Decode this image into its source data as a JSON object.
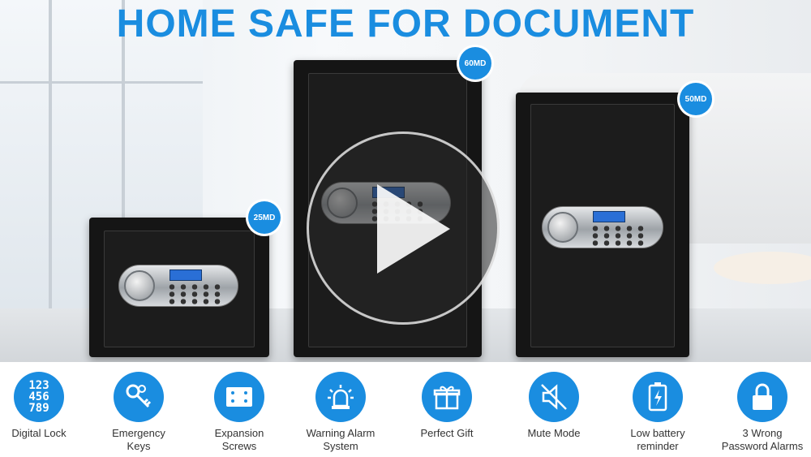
{
  "headline": "HOME SAFE FOR DOCUMENT",
  "colors": {
    "accent": "#1a8de0",
    "safe_body": "#151515",
    "lcd": "#2a6fd6"
  },
  "safes": [
    {
      "badge": "25MD"
    },
    {
      "badge": "60MD"
    },
    {
      "badge": "50MD"
    }
  ],
  "video": {
    "icon": "play-icon"
  },
  "features": [
    {
      "icon": "keypad-digits-icon",
      "digits": [
        "123",
        "456",
        "789"
      ],
      "label_lines": [
        "Digital Lock"
      ]
    },
    {
      "icon": "keys-icon",
      "label_lines": [
        "Emergency",
        "Keys"
      ]
    },
    {
      "icon": "screws-icon",
      "label_lines": [
        "Expansion",
        "Screws"
      ]
    },
    {
      "icon": "alarm-siren-icon",
      "label_lines": [
        "Warning Alarm",
        "System"
      ]
    },
    {
      "icon": "gift-icon",
      "label_lines": [
        "Perfect Gift"
      ]
    },
    {
      "icon": "mute-icon",
      "label_lines": [
        "Mute Mode"
      ]
    },
    {
      "icon": "battery-icon",
      "label_lines": [
        "Low battery",
        "reminder"
      ]
    },
    {
      "icon": "lock-icon",
      "label_lines": [
        "3 Wrong",
        "Password Alarms"
      ]
    }
  ]
}
